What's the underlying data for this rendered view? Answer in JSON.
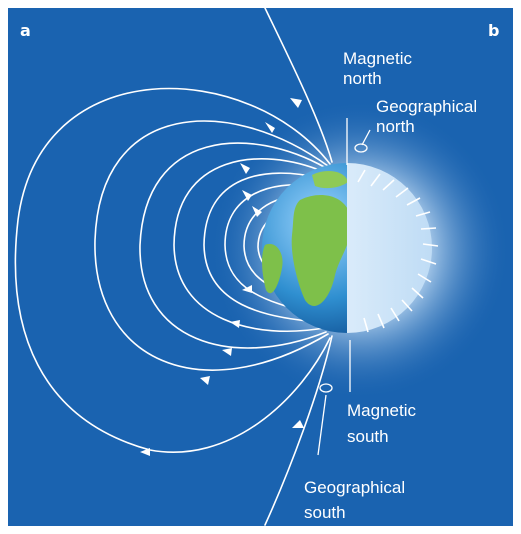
{
  "panels": {
    "left": "a",
    "right": "b"
  },
  "labels": {
    "magnetic_north_1": "Magnetic",
    "magnetic_north_2": "north",
    "geographical_north_1": "Geographical",
    "geographical_north_2": "north",
    "magnetic_south_1": "Magnetic",
    "magnetic_south_2": "south",
    "geographical_south_1": "Geographical",
    "geographical_south_2": "south"
  },
  "colors": {
    "background": "#1a63b0",
    "field_line": "#ffffff",
    "ocean": "#2f8fd0",
    "land": "#7ec04a",
    "glow": "#eaf4ff"
  }
}
